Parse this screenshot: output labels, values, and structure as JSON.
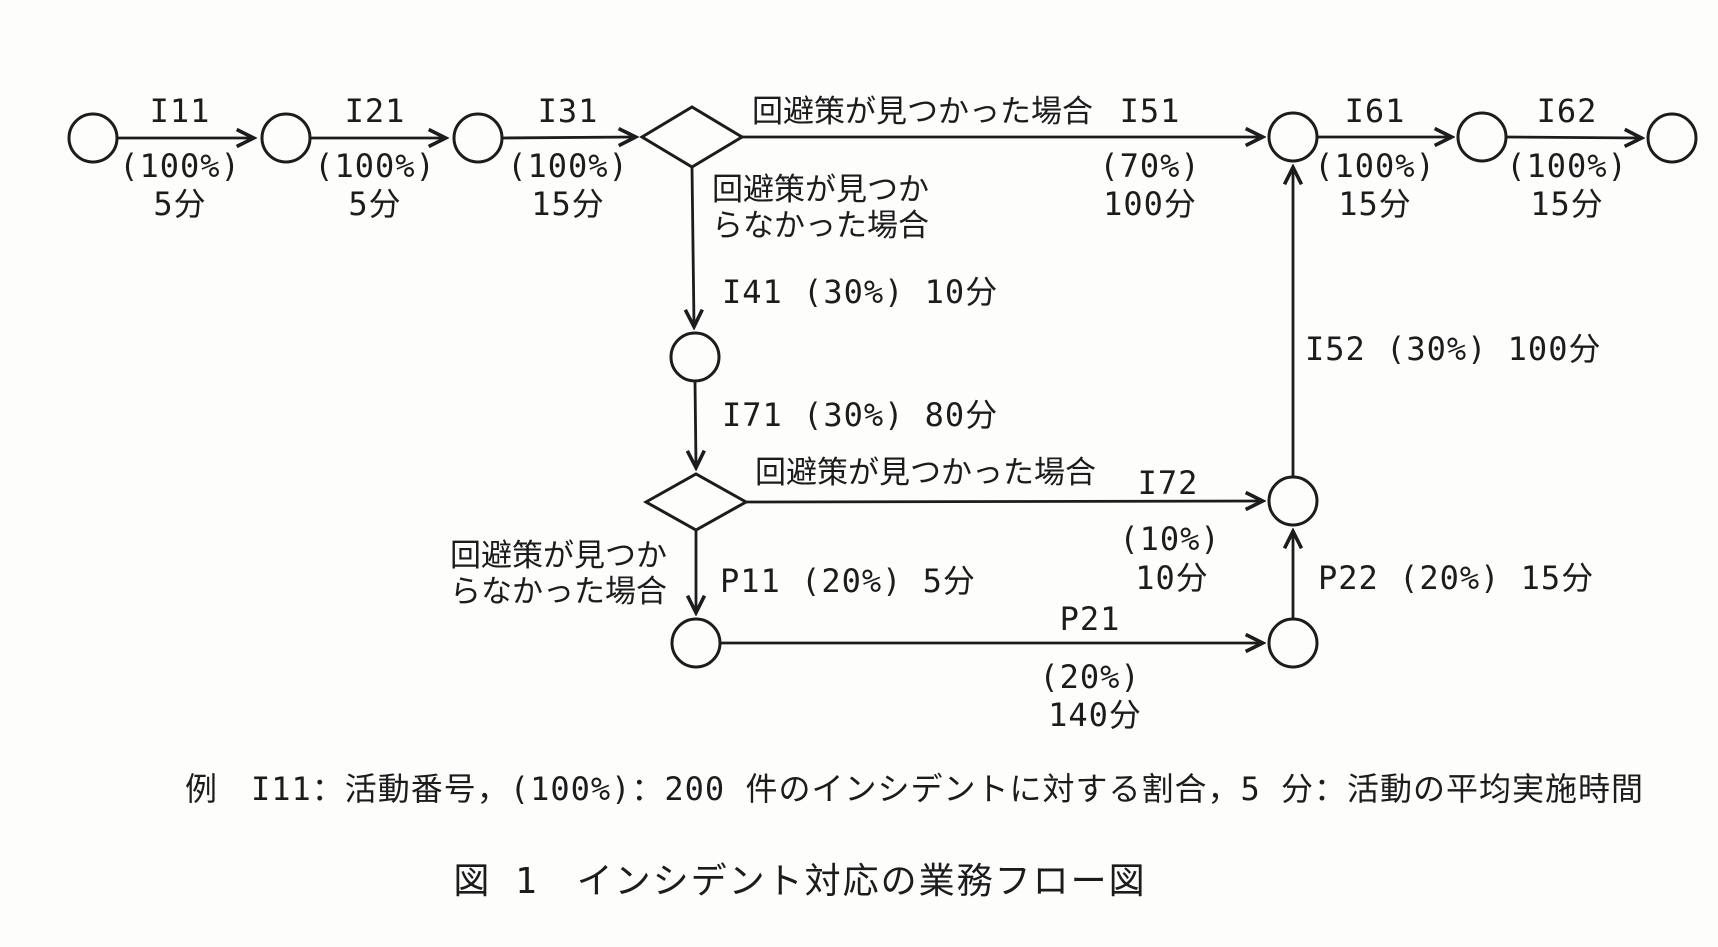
{
  "figure": {
    "note": "例　I11：活動番号，(100%)：200 件のインシデントに対する割合，5 分：活動の平均実施時間",
    "caption": "図 1　インシデント対応の業務フロー図"
  },
  "conditions": {
    "found": "回避策が見つかった場合",
    "not_found_line1": "回避策が見つか",
    "not_found_line2": "らなかった場合"
  },
  "activities": {
    "I11": {
      "code": "I11",
      "pct": "(100%)",
      "time": "5分"
    },
    "I21": {
      "code": "I21",
      "pct": "(100%)",
      "time": "5分"
    },
    "I31": {
      "code": "I31",
      "pct": "(100%)",
      "time": "15分"
    },
    "I41": {
      "inline": "I41 (30%) 10分"
    },
    "I51": {
      "code": "I51",
      "pct": "(70%)",
      "time": "100分"
    },
    "I61": {
      "code": "I61",
      "pct": "(100%)",
      "time": "15分"
    },
    "I62": {
      "code": "I62",
      "pct": "(100%)",
      "time": "15分"
    },
    "I71": {
      "inline": "I71 (30%) 80分"
    },
    "I72": {
      "code": "I72",
      "pct": "(10%)",
      "time": "10分"
    },
    "I52": {
      "inline": "I52 (30%) 100分"
    },
    "P11": {
      "inline": "P11 (20%) 5分"
    },
    "P21": {
      "code": "P21",
      "pct": "(20%)",
      "time": "140分"
    },
    "P22": {
      "inline": "P22 (20%) 15分"
    }
  }
}
